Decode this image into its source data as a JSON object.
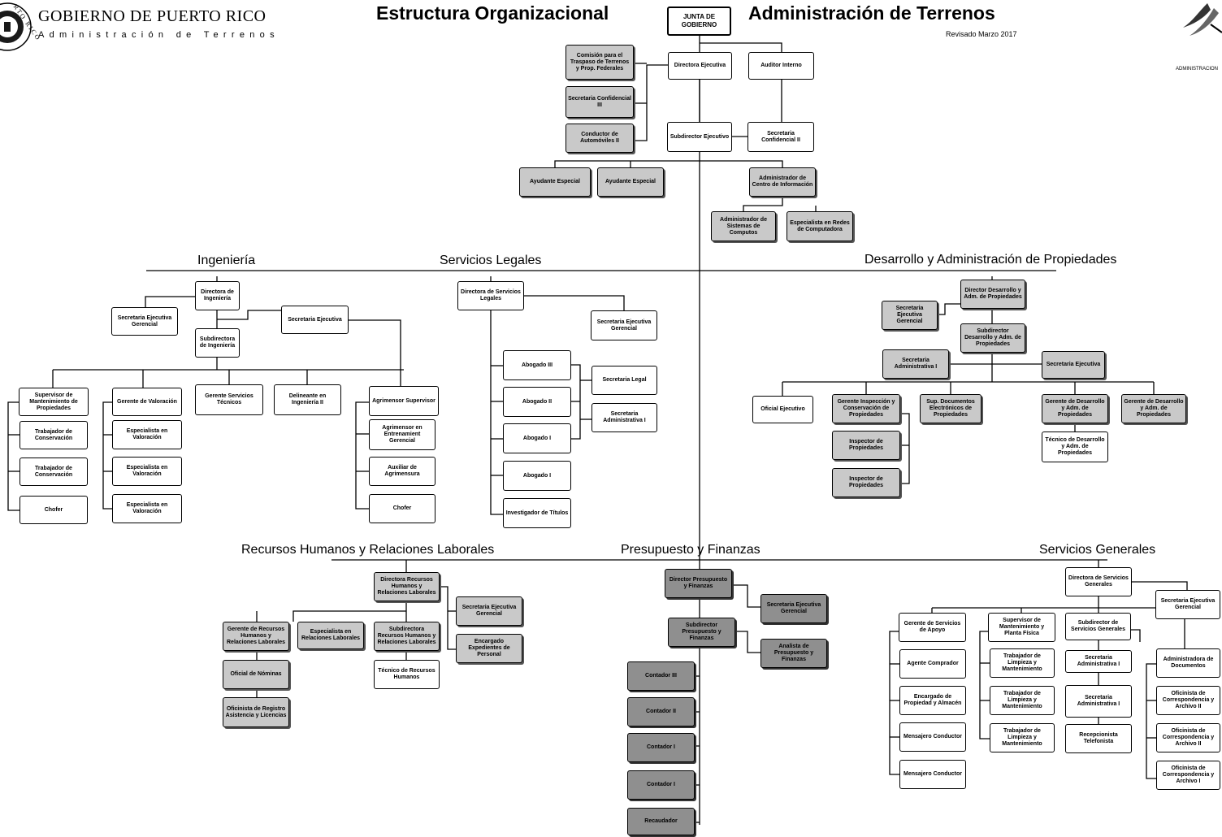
{
  "header": {
    "title_left": "Estructura Organizacional",
    "title_right": "Administración de Terrenos",
    "revised": "Revisado Marzo 2017",
    "gov_name": "GOBIERNO DE PUERTO RICO",
    "agency_subtitle": "Administración de Terrenos",
    "seal_text": "RTO RICO",
    "right_logo_text": "ADMINISTRACION"
  },
  "sections": {
    "ingenieria": "Ingeniería",
    "legales": "Servicios Legales",
    "desarrollo": "Desarrollo y Administración de Propiedades",
    "rrhh": "Recursos Humanos y Relaciones Laborales",
    "presupuesto": "Presupuesto y Finanzas",
    "generales": "Servicios Generales"
  },
  "boxes": {
    "junta": "JUNTA DE GOBIERNO",
    "directora_ejecutiva": "Directora Ejecutiva",
    "auditor_interno": "Auditor Interno",
    "comision_traspaso": "Comisión para el Traspaso de Terrenos y Prop. Federales",
    "secretaria_confidencial_iii": "Secretaria Confidencial III",
    "conductor_automoviles": "Conductor de Automóviles II",
    "subdirector_ejecutivo": "Subdirector Ejecutivo",
    "secretaria_confidencial_ii": "Secretaria Confidencial II",
    "ayudante_especial_1": "Ayudante Especial",
    "ayudante_especial_2": "Ayudante Especial",
    "admin_centro_informacion": "Administrador de Centro de Información",
    "admin_sistemas": "Administrador de Sistemas de Computos",
    "especialista_redes": "Especialista en Redes de Computadora",
    "directora_ingenieria": "Directora de Ingeniería",
    "sec_ejecutiva_gerencial_ing": "Secretaria Ejecutiva Gerencial",
    "sec_ejecutiva_ing": "Secretaria Ejecutiva",
    "subdirectora_ingenieria": "Subdirectora de Ingeniería",
    "supervisor_mantenimiento": "Supervisor de Mantenimiento de Propiedades",
    "trabajador_conservacion_1": "Trabajador de Conservación",
    "trabajador_conservacion_2": "Trabajador de Conservación",
    "chofer_ing_1": "Chofer",
    "gerente_valoracion": "Gerente de Valoración",
    "especialista_valoracion_1": "Especialista en Valoración",
    "especialista_valoracion_2": "Especialista en Valoración",
    "especialista_valoracion_3": "Especialista en Valoración",
    "gerente_servicios_tecnicos": "Gerente Servicios Técnicos",
    "delineante": "Delineante en Ingeniería II",
    "agrimensor_supervisor": "Agrimensor Supervisor",
    "agrimensor_entrenamiento": "Agrimensor en Entrenamient Gerencial",
    "auxiliar_agrimensura": "Auxiliar de Agrimensura",
    "chofer_ing_2": "Chofer",
    "directora_legales": "Directora de Servicios Legales",
    "sec_ejecutiva_gerencial_leg": "Secretaria Ejecutiva Gerencial",
    "abogado_iii": "Abogado III",
    "abogado_ii": "Abogado II",
    "abogado_i_1": "Abogado I",
    "abogado_i_2": "Abogado I",
    "investigador_titulos": "Investigador de Títulos",
    "secretaria_legal": "Secretaria Legal",
    "secretaria_administrativa_leg": "Secretaria Administrativa I",
    "director_desarrollo": "Director Desarrollo y Adm. de Propiedades",
    "sec_ejecutiva_gerencial_des": "Secretaria Ejecutiva Gerencial",
    "subdirector_desarrollo": "Subdirector Desarrollo y Adm. de Propiedades",
    "secretaria_administrativa_des": "Secretaria Administrativa I",
    "secretaria_ejecutiva_des": "Secretaria Ejecutiva",
    "oficial_ejecutivo": "Oficial Ejecutivo",
    "gerente_inspeccion": "Gerente Inspección y Conservación de Propiedades",
    "inspector_1": "Inspector de Propiedades",
    "inspector_2": "Inspector de Propiedades",
    "sup_documentos": "Sup. Documentos Electrónicos de Propiedades",
    "gerente_desarrollo_1": "Gerente de Desarrollo y Adm. de Propiedades",
    "tecnico_desarrollo": "Técnico de Desarrollo y Adm. de Propiedades",
    "gerente_desarrollo_2": "Gerente de Desarrollo y Adm. de Propiedades",
    "directora_rrhh": "Directora Recursos Humanos y Relaciones Laborales",
    "sec_ejecutiva_gerencial_rh": "Secretaria Ejecutiva Gerencial",
    "encargado_expedientes": "Encargado Expedientes de Personal",
    "gerente_rrhh": "Gerente de Recursos Humanos y Relaciones Laborales",
    "especialista_relaciones": "Especialista en Relaciones Laborales",
    "subdirectora_rrhh": "Subdirectora Recursos Humanos y Relaciones Laborales",
    "oficial_nominas": "Oficial de Nóminas",
    "oficinista_registro": "Oficinista de Registro Asistencia y Licencias",
    "tecnico_rrhh": "Técnico de Recursos Humanos",
    "director_finanzas": "Director Presupuesto y Finanzas",
    "pf_sec_gerencial": "Secretaria Ejecutiva Gerencial",
    "subdirector_finanzas": "Subdirector Presupuesto y Finanzas",
    "pf_analista": "Analista de Presupuesto y Finanzas",
    "contador_iii": "Contador III",
    "contador_ii": "Contador II",
    "contador_i_1": "Contador I",
    "contador_i_2": "Contador I",
    "recaudador": "Recaudador",
    "directora_generales": "Directora de Servicios Generales",
    "sec_ejecutiva_gerencial_gen": "Secretaria Ejecutiva Gerencial",
    "gerente_servicios_apoyo": "Gerente de Servicios de Apoyo",
    "agente_comprador": "Agente Comprador",
    "encargado_propiedad": "Encargado de Propiedad y Almacén",
    "mensajero_1": "Mensajero Conductor",
    "mensajero_2": "Mensajero Conductor",
    "supervisor_planta": "Supervisor de Mantenimiento y Planta Física",
    "trabajador_limpieza_1": "Trabajador de Limpieza y Mantenimiento",
    "trabajador_limpieza_2": "Trabajador de Limpieza y Mantenimiento",
    "trabajador_limpieza_3": "Trabajador de Limpieza y Mantenimiento",
    "subdirector_generales": "Subdirector de Servicios Generales",
    "secretaria_administrativa_gen_1": "Secretaria Administrativa I",
    "secretaria_administrativa_gen_2": "Secretaria Administrativa I",
    "recepcionista": "Recepcionista Telefonista",
    "admin_documentos": "Administradora de Documentos",
    "oficinista_corr_1": "Oficinista de Correspondencia y Archivo II",
    "oficinista_corr_2": "Oficinista de Correspondencia y Archivo II",
    "oficinista_corr_3": "Oficinista de Correspondencia y Archivo I"
  }
}
